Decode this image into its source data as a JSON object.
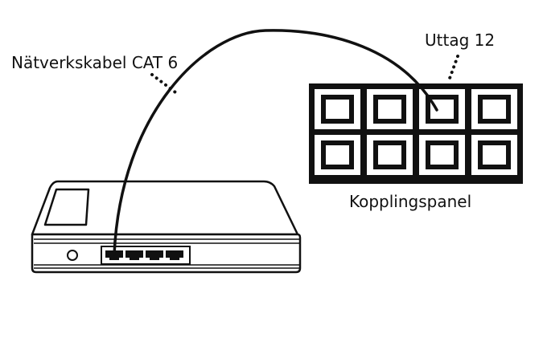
{
  "labels": {
    "cable": "Nätverkskabel CAT 6",
    "outlet": "Uttag 12",
    "panel": "Kopplingspanel"
  },
  "patch_panel": {
    "rows": 2,
    "cols": 4
  },
  "switch": {
    "port_count": 4
  },
  "colors": {
    "ink": "#111111",
    "background": "#ffffff"
  }
}
